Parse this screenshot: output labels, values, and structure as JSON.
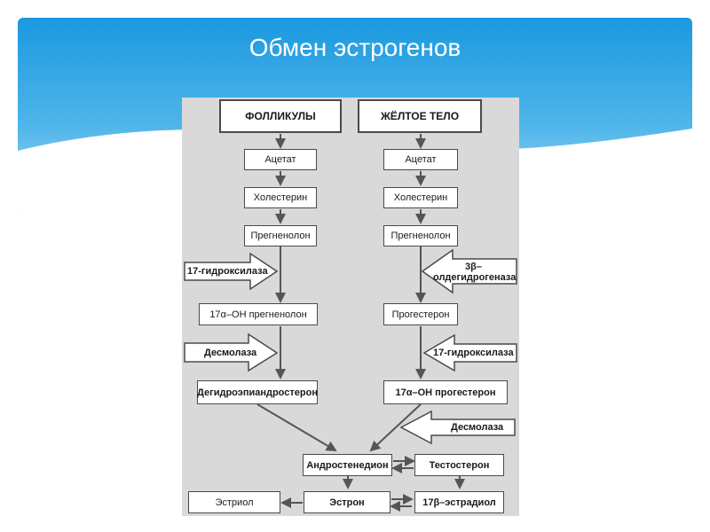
{
  "slide": {
    "title": "Обмен эстрогенов"
  },
  "colors": {
    "sky_top": "#1e9de0",
    "sky_bottom": "#bfe6f8",
    "panel": "#d9d9d9"
  },
  "diagram": {
    "left": {
      "head": "ФОЛЛИКУЛЫ",
      "acetate": "Ацетат",
      "cholesterol": "Холестерин",
      "pregnenolone": "Прегненолон",
      "enzyme1": "17-гидроксилаза",
      "oh_pregnenolone": "17α–ОН прегненолон",
      "enzyme2": "Десмолаза",
      "dhea": "Дегидроэпиандростерон"
    },
    "right": {
      "head": "ЖЁЛТОЕ ТЕЛО",
      "acetate": "Ацетат",
      "cholesterol": "Холестерин",
      "pregnenolone": "Прегненолон",
      "enzyme1_line1": "3β–",
      "enzyme1_line2": "олдегидрогеназа",
      "progesterone": "Прогестерон",
      "enzyme2": "17-гидроксилаза",
      "oh_progesterone": "17α–ОН прогестерон",
      "enzyme3": "Десмолаза"
    },
    "bottom": {
      "androstenedione": "Андростенедион",
      "testosterone": "Тестостерон",
      "estriol": "Эстриол",
      "estrone": "Эстрон",
      "estradiol": "17β–эстрадиол"
    }
  }
}
